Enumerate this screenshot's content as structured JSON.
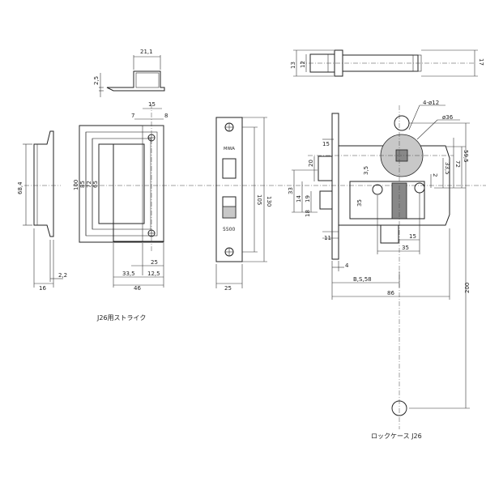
{
  "strike": {
    "caption": "J26用ストライク",
    "dims": {
      "d21_1": "21,1",
      "d2_5": "2,5",
      "d15": "15",
      "d7": "7",
      "d8": "8",
      "d68_4": "68,4",
      "d100": "100",
      "d85": "85",
      "d72": "72",
      "d65": "65",
      "d25": "25",
      "d33_5": "33,5",
      "d12_5": "12,5",
      "d46": "46",
      "d16": "16",
      "d2_2": "2,2"
    }
  },
  "front_plate": {
    "mark_a": "MIWA",
    "mark_b": "5500",
    "dims": {
      "d105": "105",
      "d130": "130",
      "d25": "25"
    }
  },
  "latch": {
    "dims": {
      "d13": "13",
      "d12": "12",
      "d17": "17"
    }
  },
  "case": {
    "caption": "ロックケース J26",
    "dims": {
      "holes": "4-ø12",
      "dia36": "ø36",
      "d15a": "15",
      "d20": "20",
      "d3_5": "3,5",
      "d33": "33",
      "d14": "14",
      "d19": "19",
      "d18": "18",
      "d35a": "35",
      "d11": "11",
      "d59_5": "59,5",
      "d72": "72",
      "d33_5": "33,5",
      "d2": "2",
      "d15b": "15",
      "d35b": "35",
      "d4": "4",
      "bs": "B,S,58",
      "d86": "86",
      "d200": "200"
    }
  }
}
